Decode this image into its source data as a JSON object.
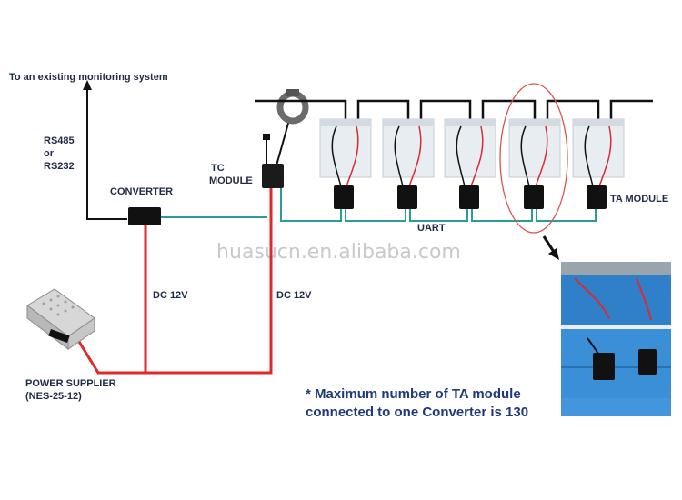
{
  "labels": {
    "monitoring": "To an existing monitoring system",
    "rs485": "RS485",
    "or": "or",
    "rs232": "RS232",
    "converter": "CONVERTER",
    "tc_line1": "TC",
    "tc_line2": "MODULE",
    "ta_module": "TA MODULE",
    "uart": "UART",
    "dc_left": "DC 12V",
    "dc_right": "DC 12V",
    "power_line1": "POWER SUPPLIER",
    "power_line2": "(NES-25-12)",
    "watermark": "huasucn.en.alibaba.com"
  },
  "note": {
    "line1": "* Maximum number of TA module",
    "line2": "connected to one Converter is 130"
  },
  "colors": {
    "comm_wire": "#2a9d9a",
    "power_wire": "#e0282e",
    "ground_wire": "#111111",
    "highlight": "#d9534f",
    "battery": "#e9eef3",
    "photo_battery": "#2f7fc9"
  }
}
